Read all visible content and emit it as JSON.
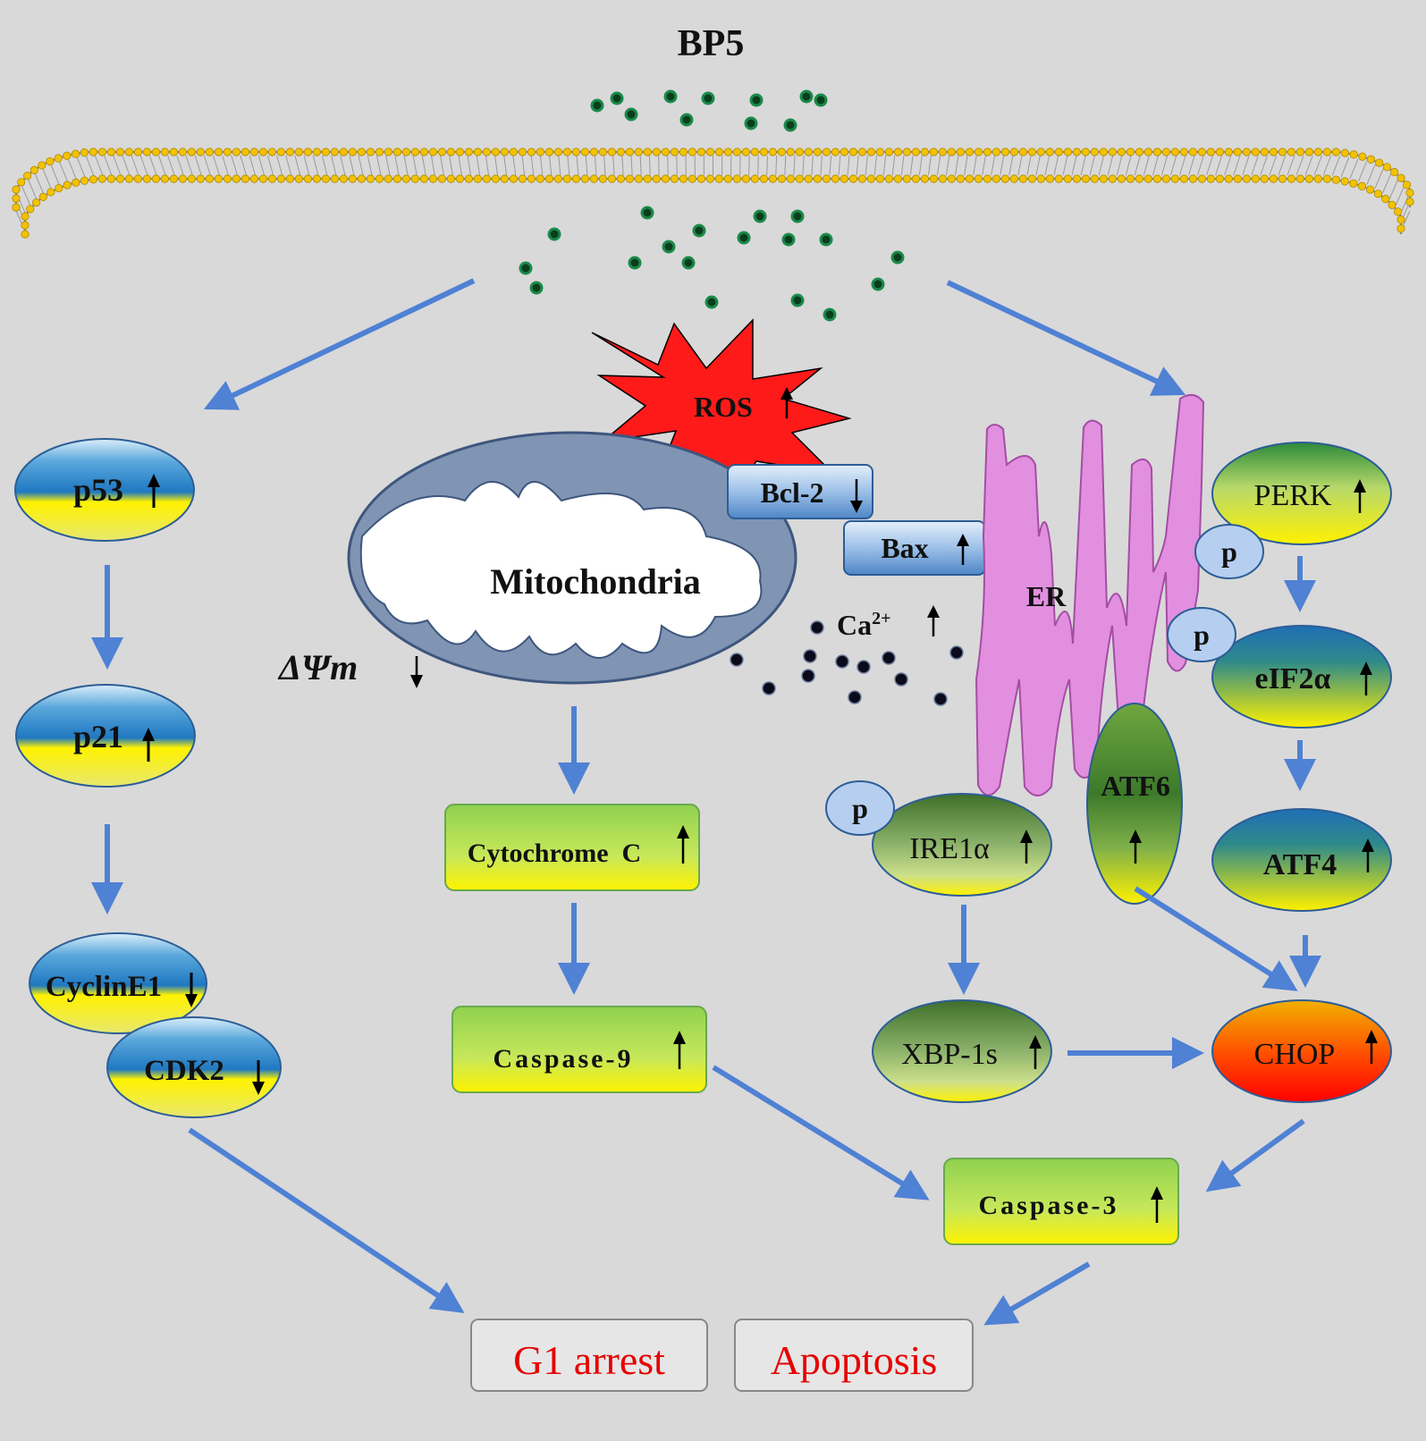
{
  "title": "BP5",
  "colors": {
    "background": "#d9d9d9",
    "arrow": "#4f81d4",
    "dot_green": "#1b8a4a",
    "dot_black": "#0a0a1a",
    "ros_fill": "#ff1a1a",
    "er_fill": "#e28fe0",
    "mito_fill": "#8095b3",
    "box_green": "#92d050",
    "outcome_text": "#e60000",
    "membrane_head": "#f2c200"
  },
  "labels": {
    "p53": "p53",
    "p21": "p21",
    "cyclinE1": "CyclinE1",
    "cdk2": "CDK2",
    "ros": "ROS",
    "bcl2": "Bcl-2",
    "bax": "Bax",
    "mitochondria": "Mitochondria",
    "delta_psi": "ΔΨm",
    "ca_base": "Ca",
    "ca_sup": "2+",
    "er": "ER",
    "perk": "PERK",
    "eif2a": "eIF2α",
    "atf4": "ATF4",
    "atf6": "ATF6",
    "ire1a": "IRE1α",
    "xbp1s": "XBP-1s",
    "chop": "CHOP",
    "cytochrome_c": "Cytochrome  C",
    "caspase9": "Caspase-9",
    "caspase3": "Caspase-3",
    "p": "p",
    "g1_arrest": "G1 arrest",
    "apoptosis": "Apoptosis"
  },
  "icons": {
    "up": "up-arrow-icon",
    "down": "down-arrow-icon"
  }
}
